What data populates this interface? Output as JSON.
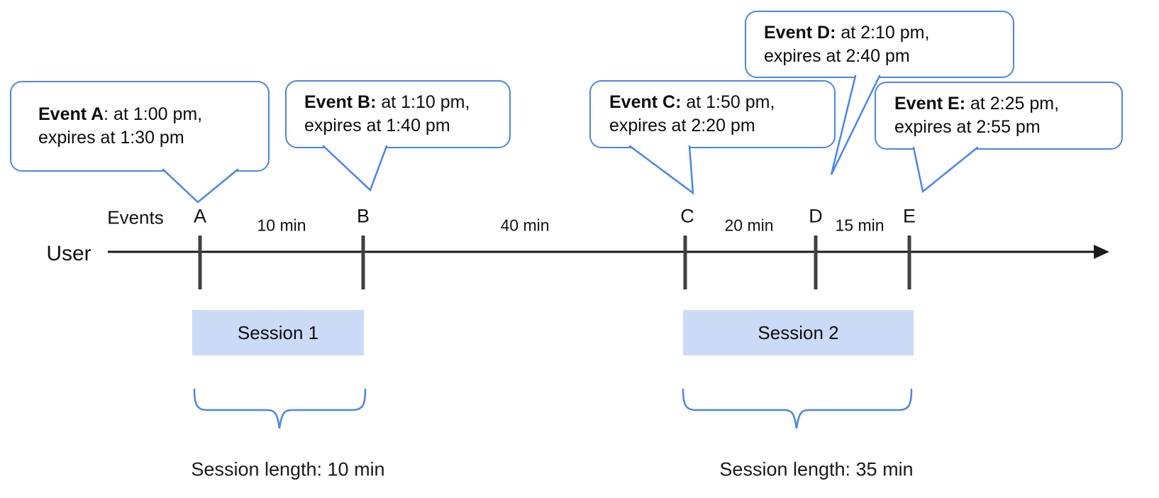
{
  "labels": {
    "events": "Events",
    "user": "User"
  },
  "bubbles": [
    {
      "event": "A",
      "bold": "Event A",
      "rest": ": at 1:00 pm,",
      "line2": "expires at 1:30 pm"
    },
    {
      "event": "B",
      "bold": "Event B:",
      "rest": " at 1:10 pm,",
      "line2": "expires at 1:40 pm"
    },
    {
      "event": "C",
      "bold": "Event C:",
      "rest": " at 1:50 pm,",
      "line2": "expires at 2:20 pm"
    },
    {
      "event": "D",
      "bold": "Event D:",
      "rest": " at 2:10 pm,",
      "line2": "expires at 2:40 pm"
    },
    {
      "event": "E",
      "bold": "Event E:",
      "rest": " at 2:25 pm,",
      "line2": "expires at 2:55 pm"
    }
  ],
  "timeline": {
    "ticks": [
      {
        "label": "A"
      },
      {
        "label": "B"
      },
      {
        "label": "C"
      },
      {
        "label": "D"
      },
      {
        "label": "E"
      }
    ],
    "intervals": [
      {
        "label": "10 min"
      },
      {
        "label": "40 min"
      },
      {
        "label": "20 min"
      },
      {
        "label": "15 min"
      }
    ]
  },
  "sessions": [
    {
      "label": "Session 1",
      "length": "Session length: 10 min"
    },
    {
      "label": "Session 2",
      "length": "Session length: 35 min"
    }
  ],
  "colors": {
    "accent_blue": "#4a86e8",
    "session_fill": "#cbdaf6",
    "tick_gray": "#404040",
    "line_black": "#1a1a1a"
  }
}
